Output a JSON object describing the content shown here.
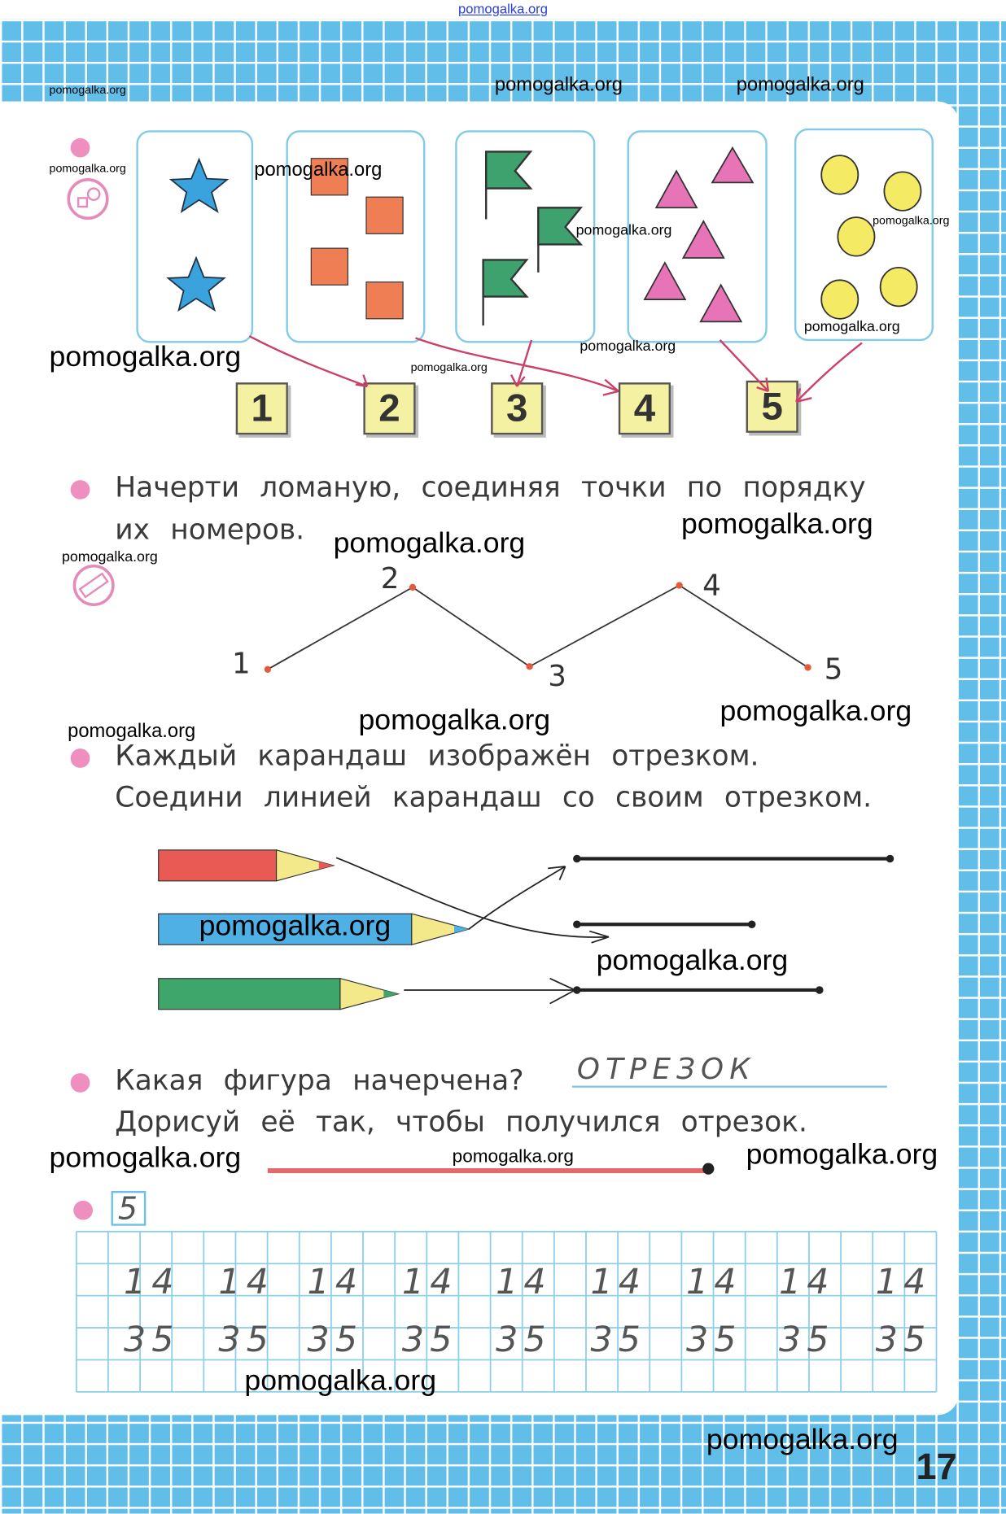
{
  "top_link": "pomogalka.org",
  "watermark": "pomogalka.org",
  "task1": {
    "numbers": [
      "1",
      "2",
      "3",
      "4",
      "5"
    ],
    "groups": [
      "stars",
      "squares",
      "flags",
      "triangles",
      "circles"
    ]
  },
  "task2": {
    "line1": "Начерти ломаную, соединяя точки по порядку",
    "line2": "их номеров.",
    "points": [
      "1",
      "2",
      "3",
      "4",
      "5"
    ]
  },
  "task3": {
    "line1": "Каждый карандаш изображён отрезком.",
    "line2": "Соедини линией карандаш со своим отрезком."
  },
  "task4": {
    "question": "Какая фигура начерчена?",
    "answer": "ОТРЕЗОК",
    "line2": "Дорисуй её так, чтобы получился отрезок."
  },
  "task5": {
    "box_number": "5",
    "row1": [
      "14",
      "14",
      "14",
      "14",
      "14",
      "14",
      "14",
      "14",
      "14"
    ],
    "row2": [
      "35",
      "35",
      "35",
      "35",
      "35",
      "35",
      "35",
      "35",
      "35"
    ]
  },
  "page_number": "17",
  "colors": {
    "background": "#58bbe8",
    "bullet": "#ef8fc0",
    "arrow": "#cc3f66",
    "number_box": "#f5f1a3"
  }
}
